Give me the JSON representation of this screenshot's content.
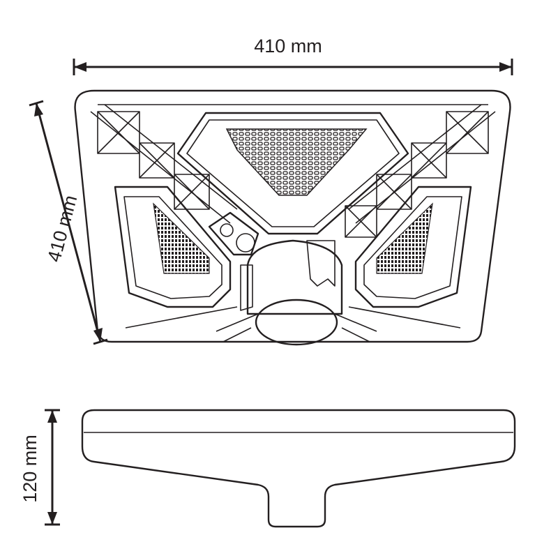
{
  "dimensions": {
    "width_label": "410 mm",
    "depth_label": "410 mm",
    "height_label": "120 mm"
  },
  "colors": {
    "line": "#231f20",
    "background": "#ffffff"
  }
}
